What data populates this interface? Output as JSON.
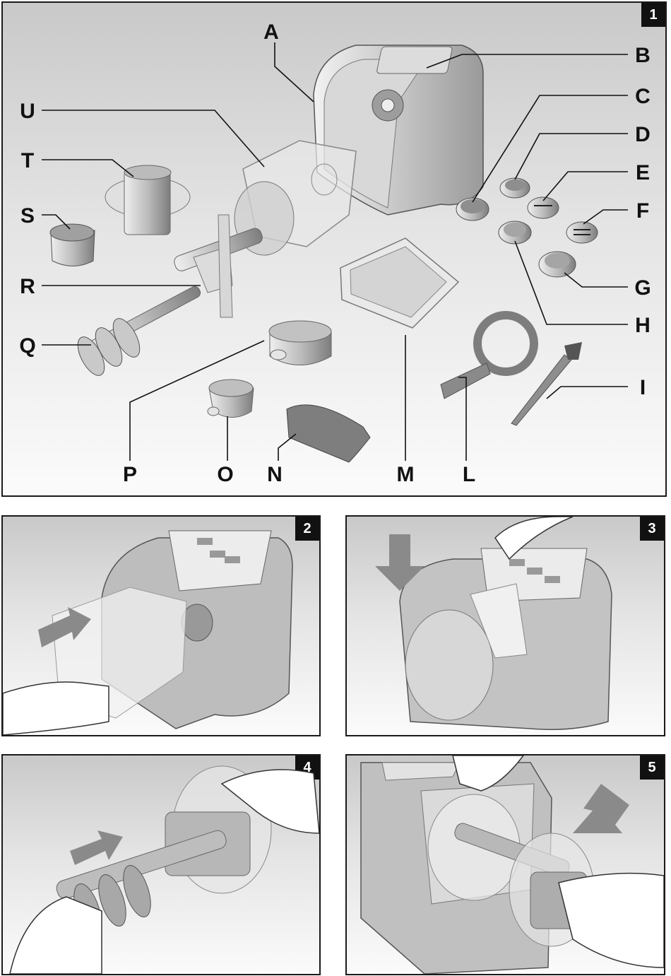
{
  "panels": [
    {
      "number": "1"
    },
    {
      "number": "2"
    },
    {
      "number": "3"
    },
    {
      "number": "4"
    },
    {
      "number": "5"
    }
  ],
  "part_labels": [
    "A",
    "B",
    "C",
    "D",
    "E",
    "F",
    "G",
    "H",
    "I",
    "L",
    "M",
    "N",
    "O",
    "P",
    "Q",
    "R",
    "S",
    "T",
    "U"
  ],
  "colors": {
    "frame": "#1a1a1a",
    "badge": "#111111",
    "part_grey": "#b5b5b5",
    "arrow": "#8a8a8a"
  }
}
